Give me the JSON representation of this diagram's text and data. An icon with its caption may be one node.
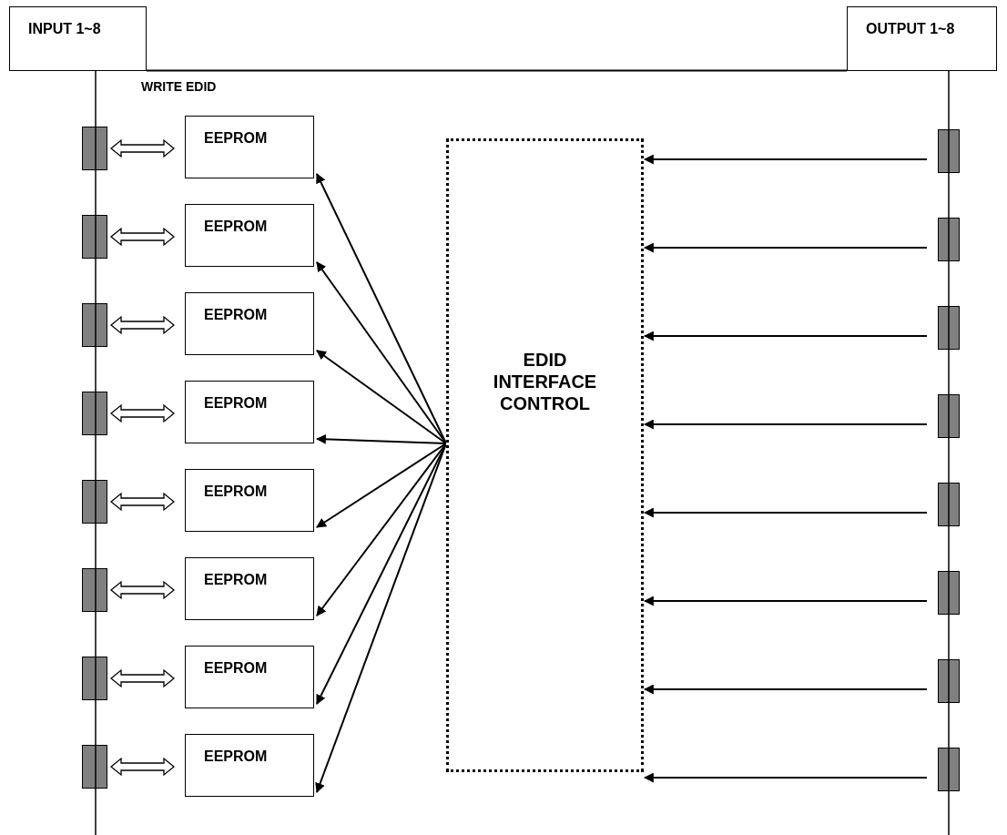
{
  "diagram": {
    "nodes": [
      {
        "text": [
          "INPUT 1~8"
        ]
      },
      {
        "text": [
          "OUTPUT 1~8"
        ]
      },
      {
        "text": [
          "EDID INTERFACE CONTROL"
        ]
      },
      {
        "text": [
          "EEPROM"
        ]
      },
      {
        "text": [
          "EEPROM"
        ]
      },
      {
        "text": [
          "EEPROM"
        ]
      },
      {
        "text": [
          "EEPROM"
        ]
      },
      {
        "text": [
          "EEPROM"
        ]
      },
      {
        "text": [
          "EEPROM"
        ]
      },
      {
        "text": [
          "EEPROM"
        ]
      },
      {
        "text": [
          "EEPROM"
        ]
      },
      {
        "text": [],
        "shape": "box"
      },
      {
        "text": [],
        "shape": "box"
      },
      {
        "text": [],
        "shape": "box"
      },
      {
        "text": [],
        "shape": "box"
      },
      {
        "text": [],
        "shape": "box"
      },
      {
        "text": [],
        "shape": "box"
      },
      {
        "text": [],
        "shape": "box"
      },
      {
        "text": [],
        "shape": "box"
      },
      {
        "text": [],
        "shape": "box"
      },
      {
        "text": [],
        "shape": "box"
      },
      {
        "text": [],
        "shape": "box"
      },
      {
        "text": [],
        "shape": "box"
      },
      {
        "text": [],
        "shape": "box"
      },
      {
        "text": [],
        "shape": "box"
      },
      {
        "text": [],
        "shape": "box"
      },
      {
        "text": [],
        "shape": "box"
      }
    ],
    "edges": [
      {
        "from": 0,
        "to": 1,
        "arrow": "none"
      },
      {
        "from": 11,
        "to": 3,
        "arrow": "both",
        "style": "thick"
      },
      {
        "from": 12,
        "to": 4,
        "arrow": "both",
        "style": "thick"
      },
      {
        "from": 13,
        "to": 5,
        "arrow": "both",
        "style": "thick"
      },
      {
        "from": 14,
        "to": 6,
        "arrow": "both",
        "style": "thick"
      },
      {
        "from": 15,
        "to": 7,
        "arrow": "both",
        "style": "thick"
      },
      {
        "from": 16,
        "to": 8,
        "arrow": "both",
        "style": "thick"
      },
      {
        "from": 17,
        "to": 9,
        "arrow": "both",
        "style": "thick"
      },
      {
        "from": 18,
        "to": 10,
        "arrow": "both",
        "style": "thick"
      },
      {
        "from": 2,
        "to": 3,
        "arrow": "to"
      },
      {
        "from": 2,
        "to": 4,
        "arrow": "to"
      },
      {
        "from": 2,
        "to": 5,
        "arrow": "to"
      },
      {
        "from": 2,
        "to": 6,
        "arrow": "to"
      },
      {
        "from": 2,
        "to": 7,
        "arrow": "to"
      },
      {
        "from": 2,
        "to": 8,
        "arrow": "to"
      },
      {
        "from": 2,
        "to": 9,
        "arrow": "to"
      },
      {
        "from": 2,
        "to": 10,
        "arrow": "to"
      },
      {
        "from": 19,
        "to": 2,
        "arrow": "to"
      },
      {
        "from": 20,
        "to": 2,
        "arrow": "to"
      },
      {
        "from": 21,
        "to": 2,
        "arrow": "to"
      },
      {
        "from": 22,
        "to": 2,
        "arrow": "to"
      },
      {
        "from": 23,
        "to": 2,
        "arrow": "to"
      },
      {
        "from": 24,
        "to": 2,
        "arrow": "to"
      },
      {
        "from": 25,
        "to": 2,
        "arrow": "to"
      },
      {
        "from": 26,
        "to": 2,
        "arrow": "to"
      }
    ],
    "labels": [
      "WRITE EDID"
    ]
  }
}
